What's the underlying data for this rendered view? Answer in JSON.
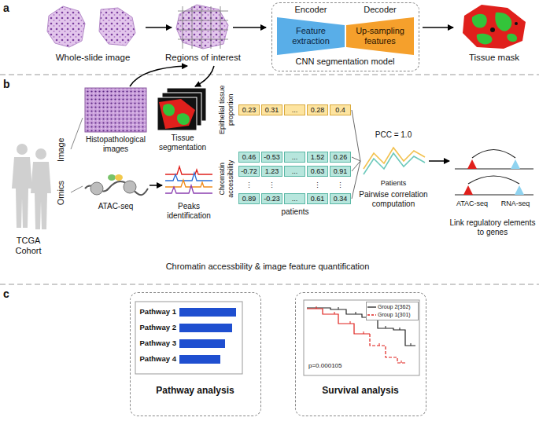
{
  "diagram": {
    "nodes": [
      {
        "text": [
          "CNN segmentation model"
        ]
      },
      {
        "text": [
          "Encoder",
          "Feature extraction"
        ],
        "in": 0
      },
      {
        "text": [
          "Decoder",
          "Up-sampling features"
        ],
        "in": 0
      },
      {
        "text": [
          "Pathway analysis"
        ]
      },
      {
        "text": [
          "Survival analysis"
        ]
      }
    ],
    "labels": [
      "a",
      "Whole-slide image",
      "Regions of interest",
      "Tissue mask",
      "b",
      "Image",
      "Omics",
      "TCGA Cohort",
      "Histopathological images",
      "Tissue segmentation",
      "ATAC-seq",
      "Peaks identification",
      "Epithelial tissue proportion",
      "0.23",
      "0.31",
      "...",
      "0.28",
      "0.4",
      "Chromatin accessibility",
      "0.46",
      "-0.53",
      "...",
      "1.52",
      "0.26",
      "-0.72",
      "1.23",
      "...",
      "0.63",
      "0.91",
      "⋮",
      "⋮",
      "⋮",
      "⋮",
      "0.89",
      "-0.23",
      "...",
      "0.61",
      "0.34",
      "patients",
      "PCC = 1.0",
      "Patients",
      "Pairwise correlation computation",
      "ATAC-seq",
      "RNA-seq",
      "Link regulatory elements to genes",
      "Chromatin accessbility & image feature quantification",
      "c",
      "Pathway 1",
      "Pathway 2",
      "Pathway 3",
      "Pathway 4",
      "p=0.000105"
    ],
    "legend": [
      {
        "text": "Group 2(362)"
      },
      {
        "text": "Group 1(301)"
      }
    ]
  }
}
